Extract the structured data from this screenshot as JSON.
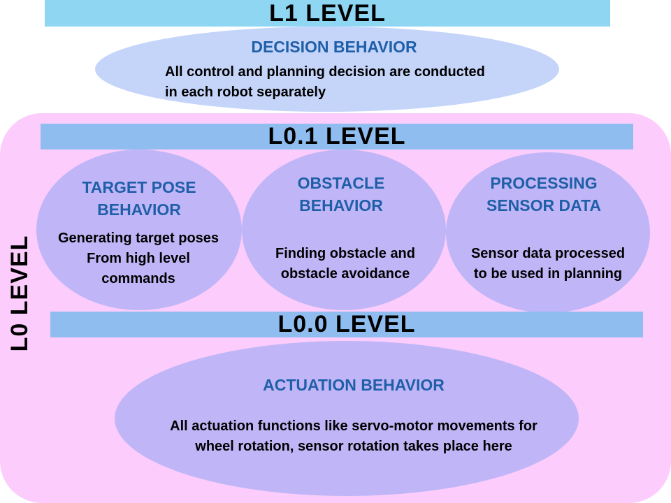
{
  "colors": {
    "top_band": "#8fd6f2",
    "l0_container": "#fccdfc",
    "sub_band": "#8fbdf0",
    "l1_ellipse": "#c5d5fa",
    "ellipse": "#c0b6f7",
    "title_text": "#1f5fa8"
  },
  "l1": {
    "band_label": "L1 LEVEL",
    "decision": {
      "title": "DECISION BEHAVIOR",
      "description": "All control and planning decision are conducted\n     in each robot separately"
    }
  },
  "l0": {
    "label": "L0 LEVEL",
    "l01": {
      "band_label": "L0.1 LEVEL",
      "behaviors": [
        {
          "title": "TARGET POSE\nBEHAVIOR",
          "description": "Generating target poses\nFrom  high level\ncommands"
        },
        {
          "title": "OBSTACLE\n BEHAVIOR",
          "description": "Finding obstacle and\nobstacle avoidance"
        },
        {
          "title": "PROCESSING\n SENSOR DATA",
          "description": "Sensor data processed\n to be used in planning"
        }
      ]
    },
    "l00": {
      "band_label": "L0.0 LEVEL",
      "actuation": {
        "title": "ACTUATION BEHAVIOR",
        "description": "All actuation functions like servo-motor movements for\nwheel rotation, sensor rotation takes place here"
      }
    }
  }
}
